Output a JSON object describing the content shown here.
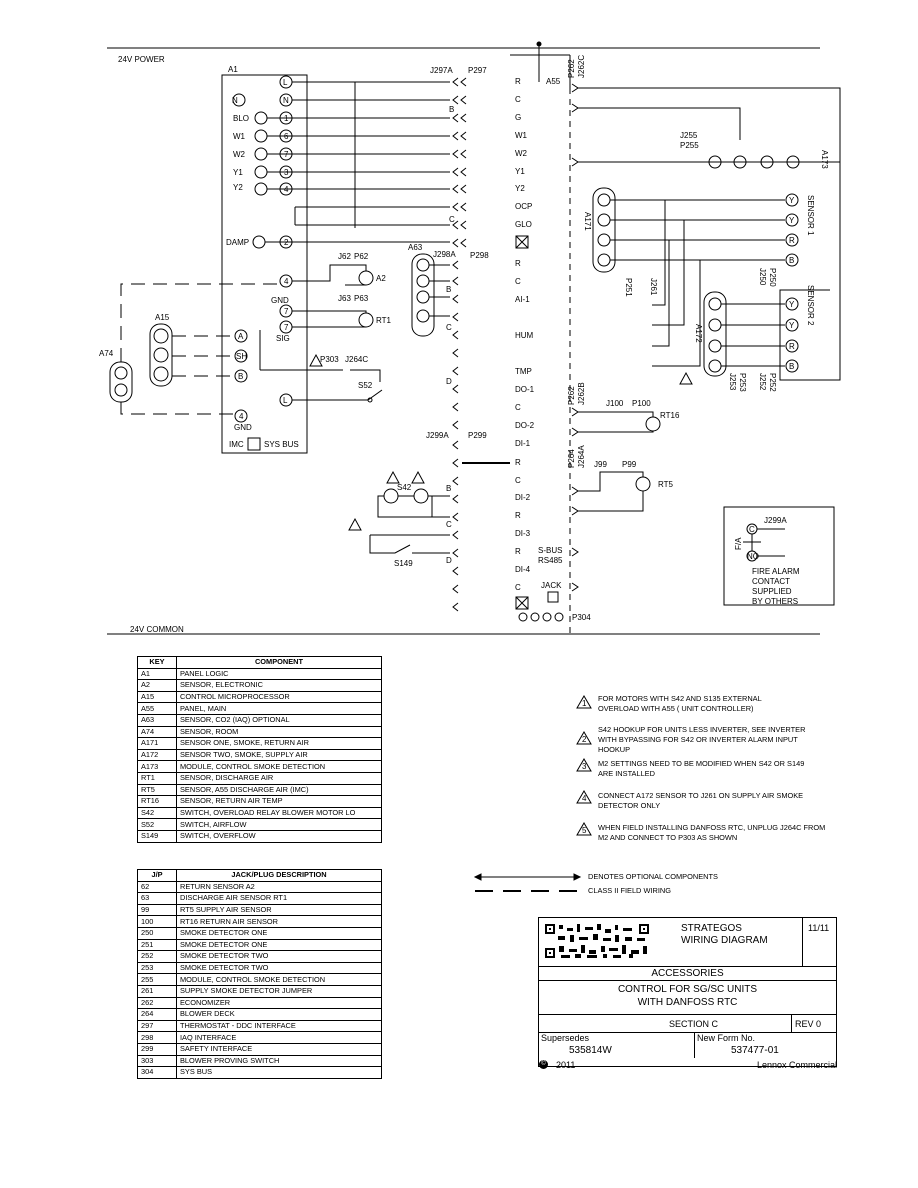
{
  "rails": {
    "top": "24V POWER",
    "bottom": "24V COMMON"
  },
  "components": {
    "a1": "A1",
    "a15": "A15",
    "a74": "A74",
    "a55": "A55",
    "a63": "A63",
    "a171": "A171",
    "a172": "A172",
    "a173": "A173",
    "rt1": "RT1",
    "rt16": "RT16",
    "rt5": "RT5",
    "a2": "A2",
    "s52": "S52",
    "s42": "S42",
    "s149": "S149",
    "sensor1": "SENSOR 1",
    "sensor2": "SENSOR 2"
  },
  "a1_left": [
    "N",
    "BLO",
    "W1",
    "W2",
    "Y1",
    "Y2",
    "DAMP",
    "GND",
    "SIG"
  ],
  "a1_term": [
    "L",
    "N",
    "1",
    "6",
    "7",
    "3",
    "4",
    "2",
    "4",
    "7",
    "7",
    "L",
    "4"
  ],
  "a1_bottom": {
    "gnd": "GND",
    "imc": "IMC",
    "sysbus": "SYS BUS"
  },
  "a15_term": [
    "A",
    "SH",
    "B"
  ],
  "jacks": {
    "j297a": "J297A",
    "p297": "P297",
    "j298a": "J298A",
    "p298": "P298",
    "j299a": "J299A",
    "p299": "P299",
    "j62": "J62",
    "p62": "P62",
    "j63": "J63",
    "p63": "P63",
    "p303": "P303",
    "j264c": "J264C",
    "j255": "J255",
    "p255": "P255",
    "p262": "P262",
    "j262c": "J262C",
    "p262b": "P262",
    "j262b": "J262B",
    "p264": "P264",
    "j264a": "J264A",
    "j100": "J100",
    "p100": "P100",
    "j99": "J99",
    "p99": "P99",
    "j261": "J261",
    "p251": "P251",
    "j250": "J250",
    "p250": "P250",
    "p253": "P253",
    "j253": "J253",
    "p252": "P252",
    "j252": "J252",
    "p304": "P304"
  },
  "a55_terms": {
    "p297": [
      "R",
      "C",
      "G",
      "W1",
      "W2",
      "Y1",
      "Y2",
      "OCP",
      "GLO"
    ],
    "p298": [
      "R",
      "C",
      "AI-1",
      "",
      "HUM",
      "",
      "TMP",
      "DO-1",
      "C",
      "DO-2"
    ],
    "p299": [
      "DI-1",
      "R",
      "C",
      "DI-2",
      "R",
      "DI-3",
      "R",
      "DI-4",
      "C"
    ]
  },
  "letters": {
    "b": "B",
    "c": "C",
    "d": "D"
  },
  "sbus": [
    "S-BUS",
    "RS485"
  ],
  "jack": "JACK",
  "sensor_pins": [
    "Y",
    "Y",
    "R",
    "B"
  ],
  "fire_alarm": {
    "lines": [
      "FIRE ALARM",
      "CONTACT",
      "SUPPLIED",
      "BY OTHERS"
    ],
    "c": "C",
    "no": "NO",
    "fa": "F/A"
  },
  "key_table": {
    "headers": [
      "KEY",
      "COMPONENT"
    ],
    "rows": [
      [
        "A1",
        "PANEL LOGIC"
      ],
      [
        "A2",
        "SENSOR, ELECTRONIC"
      ],
      [
        "A15",
        "CONTROL MICROPROCESSOR"
      ],
      [
        "A55",
        "PANEL, MAIN"
      ],
      [
        "A63",
        "SENSOR, CO2 (IAQ) OPTIONAL"
      ],
      [
        "A74",
        "SENSOR, ROOM"
      ],
      [
        "A171",
        "SENSOR ONE, SMOKE, RETURN AIR"
      ],
      [
        "A172",
        "SENSOR TWO, SMOKE, SUPPLY AIR"
      ],
      [
        "A173",
        "MODULE, CONTROL SMOKE DETECTION"
      ],
      [
        "RT1",
        "SENSOR, DISCHARGE AIR"
      ],
      [
        "RT5",
        "SENSOR, A55 DISCHARGE AIR (IMC)"
      ],
      [
        "RT16",
        "SENSOR, RETURN AIR TEMP"
      ],
      [
        "S42",
        "SWITCH, OVERLOAD RELAY BLOWER MOTOR LO"
      ],
      [
        "S52",
        "SWITCH, AIRFLOW"
      ],
      [
        "S149",
        "SWITCH, OVERFLOW"
      ]
    ]
  },
  "jp_table": {
    "headers": [
      "J/P",
      "JACK/PLUG DESCRIPTION"
    ],
    "rows": [
      [
        "62",
        "RETURN SENSOR A2"
      ],
      [
        "63",
        "DISCHARGE AIR SENSOR RT1"
      ],
      [
        "99",
        "RT5 SUPPLY AIR SENSOR"
      ],
      [
        "100",
        "RT16 RETURN AIR SENSOR"
      ],
      [
        "250",
        "SMOKE DETECTOR ONE"
      ],
      [
        "251",
        "SMOKE DETECTOR ONE"
      ],
      [
        "252",
        "SMOKE DETECTOR TWO"
      ],
      [
        "253",
        "SMOKE DETECTOR TWO"
      ],
      [
        "255",
        "MODULE, CONTROL SMOKE DETECTION"
      ],
      [
        "261",
        "SUPPLY SMOKE DETECTOR JUMPER"
      ],
      [
        "262",
        "ECONOMIZER"
      ],
      [
        "264",
        "BLOWER DECK"
      ],
      [
        "297",
        "THERMOSTAT - DDC INTERFACE"
      ],
      [
        "298",
        "IAQ INTERFACE"
      ],
      [
        "299",
        "SAFETY INTERFACE"
      ],
      [
        "303",
        "BLOWER PROVING SWITCH"
      ],
      [
        "304",
        "SYS BUS"
      ]
    ]
  },
  "notes": [
    {
      "num": "1",
      "lines": [
        "FOR MOTORS  WITH S42 AND S135 EXTERNAL",
        "OVERLOAD WITH A55  ( UNIT CONTROLLER)"
      ]
    },
    {
      "num": "2",
      "lines": [
        "S42 HOOKUP FOR UNITS LESS INVERTER, SEE INVERTER",
        "WITH BYPASSING FOR S42 OR INVERTER ALARM INPUT",
        "HOOKUP"
      ]
    },
    {
      "num": "3",
      "lines": [
        "M2 SETTINGS NEED TO BE MODIFIED WHEN S42 OR S149",
        "ARE INSTALLED"
      ]
    },
    {
      "num": "4",
      "lines": [
        "CONNECT A172 SENSOR TO J261 ON SUPPLY AIR SMOKE",
        "DETECTOR ONLY"
      ]
    },
    {
      "num": "5",
      "lines": [
        "WHEN FIELD INSTALLING DANFOSS RTC, UNPLUG J264C FROM",
        "M2 AND CONNECT TO P303 AS SHOWN"
      ]
    }
  ],
  "legend": {
    "optional": "DENOTES OPTIONAL COMPONENTS",
    "field": "CLASS II FIELD WIRING"
  },
  "title_block": {
    "title1": "STRATEGOS",
    "title2": "WIRING DIAGRAM",
    "date": "11/11",
    "category": "ACCESSORIES",
    "desc1": "CONTROL FOR SG/SC UNITS",
    "desc2": "WITH DANFOSS RTC",
    "section": "SECTION C",
    "rev": "REV  0",
    "supersedes_label": "Supersedes",
    "supersedes": "535814W",
    "newform_label": "New Form No.",
    "newform": "537477-01",
    "year": "2011",
    "company": "Lennox Commercial"
  }
}
